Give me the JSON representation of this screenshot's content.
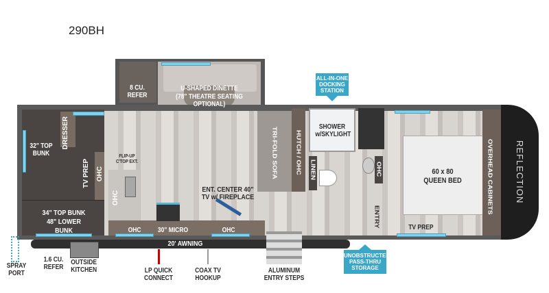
{
  "title": "290BH",
  "brand": "REFLECTION",
  "colors": {
    "accent": "#3aa6c8",
    "wall": "#555555",
    "bunk": "#4a4542",
    "cap": "#1e1e1e"
  },
  "rooms": {
    "refer": "8 CU. REFER",
    "dinette": "U-SHAPED DINETTE",
    "dinette_note": "(78\" THEATRE SEATING OPTIONAL)",
    "dresser": "DRESSER",
    "top_bunk_32": "32\" TOP BUNK",
    "bunks_34_48": "34\" TOP BUNK 48\" LOWER BUNK",
    "tv_prep_bunk": "TV PREP",
    "ohc_bunk": "OHC",
    "flip_up": "FLIP-UP C'TOP EXT.",
    "ohc_kitchen_side": "OHC",
    "ohc_kitchen_bottom": "OHC",
    "micro": "30\" MICRO",
    "ohc_ent": "OHC",
    "ent_center": "ENT. CENTER 40\" TV w/ FIREPLACE",
    "sofa": "TRI-FOLD SOFA",
    "hutch": "HUTCH / OHC",
    "shower": "SHOWER w/SKYLIGHT",
    "linen": "LINEN",
    "ohc_bath": "OHC",
    "entry": "ENTRY",
    "bed": "60 x 80 QUEEN BED",
    "tv_prep_bed": "TV PREP",
    "overhead_cabinets": "OVERHEAD CABINETS"
  },
  "exterior": {
    "awning": "20' AWNING",
    "spray_port": "SPRAY PORT",
    "outside_refer": "1.6 CU. REFER",
    "outside_kitchen": "OUTSIDE KITCHEN",
    "lp": "LP QUICK CONNECT",
    "coax": "COAX TV HOOKUP",
    "steps": "ALUMINUM ENTRY STEPS",
    "docking": "ALL-IN-ONE DOCKING STATION",
    "storage": "UNOBSTRUCTED PASS-THRU STORAGE"
  }
}
